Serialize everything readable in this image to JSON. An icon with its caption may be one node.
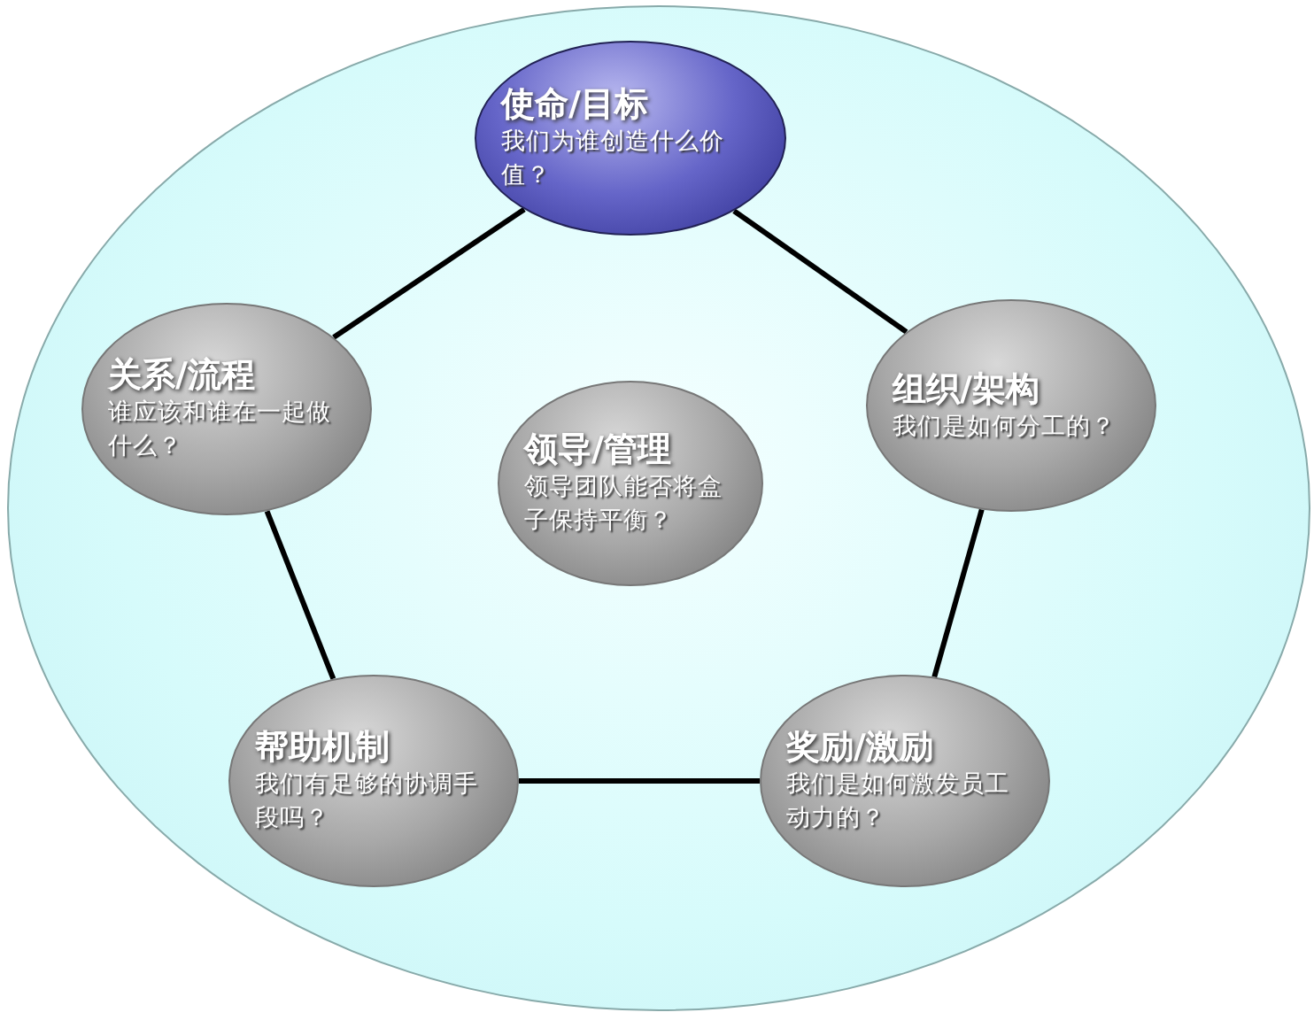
{
  "diagram": {
    "nodes": [
      {
        "text": [],
        "shape": "ellipse"
      },
      {
        "text": [
          "使命/目标",
          "我们为谁创造什么价值？"
        ],
        "in": 0
      },
      {
        "text": [
          "关系/流程",
          "谁应该和谁在一起做什么？"
        ],
        "in": 0
      },
      {
        "text": [
          "领导/管理",
          "领导团队能否将盒子保持平衡？"
        ],
        "in": 0
      },
      {
        "text": [
          "组织/架构",
          "我们是如何分工的？"
        ],
        "in": 0
      },
      {
        "text": [
          "帮助机制",
          "我们有足够的协调手段吗？"
        ],
        "in": 0
      },
      {
        "text": [
          "奖励/激励",
          "我们是如何激发员工动力的？"
        ],
        "in": 0
      }
    ],
    "edges": [
      {
        "from": 1,
        "to": 4,
        "arrow": "none"
      },
      {
        "from": 4,
        "to": 6,
        "arrow": "none"
      },
      {
        "from": 6,
        "to": 5,
        "arrow": "none"
      },
      {
        "from": 5,
        "to": 2,
        "arrow": "none"
      },
      {
        "from": 2,
        "to": 1,
        "arrow": "none"
      }
    ]
  }
}
